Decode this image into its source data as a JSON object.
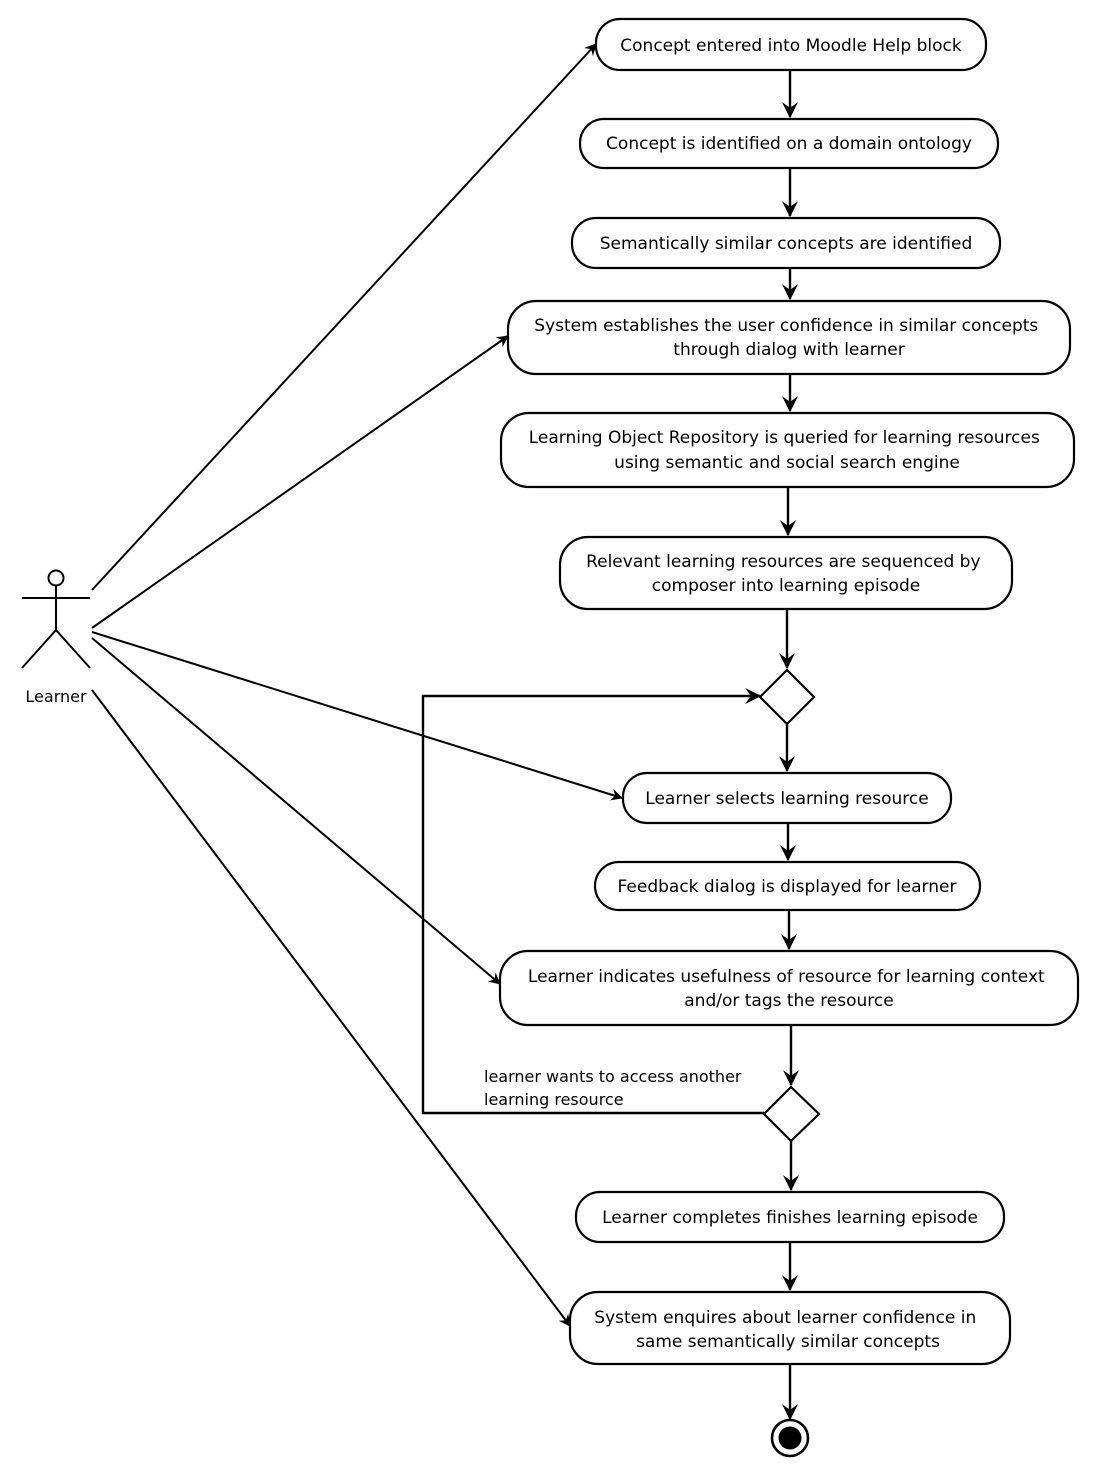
{
  "actor": {
    "label": "Learner"
  },
  "activities": [
    {
      "lines": [
        "Concept entered into Moodle Help block"
      ]
    },
    {
      "lines": [
        "Concept is identified on a domain ontology"
      ]
    },
    {
      "lines": [
        "Semantically similar concepts are identified"
      ]
    },
    {
      "lines": [
        "System establishes the user confidence in similar concepts",
        "through dialog with learner"
      ]
    },
    {
      "lines": [
        "Learning Object Repository is queried for learning resources",
        "using semantic and social search engine"
      ]
    },
    {
      "lines": [
        "Relevant learning resources are sequenced by",
        "composer into learning episode"
      ]
    },
    {
      "lines": [
        "Learner selects learning resource"
      ]
    },
    {
      "lines": [
        "Feedback dialog is displayed for learner"
      ]
    },
    {
      "lines": [
        "Learner indicates usefulness of resource for learning context",
        "and/or tags the resource"
      ]
    },
    {
      "lines": [
        "Learner completes finishes learning episode"
      ]
    },
    {
      "lines": [
        "System enquires about learner confidence in",
        "same semantically similar concepts"
      ]
    }
  ],
  "loop_guard": {
    "lines": [
      "learner wants to access another",
      "learning resource"
    ]
  }
}
